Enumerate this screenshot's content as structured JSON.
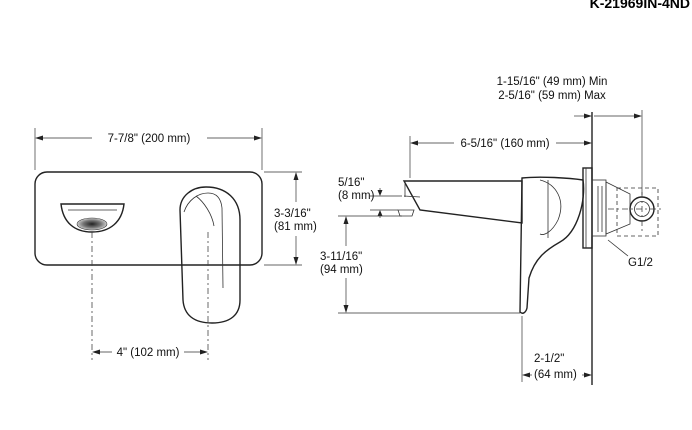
{
  "title": "K-21969IN-4ND",
  "front_view": {
    "width": "7-7/8\" (200 mm)",
    "height_line1": "3-3/16\"",
    "height_line2": "(81 mm)",
    "center_spacing": "4\" (102 mm)"
  },
  "side_view": {
    "wall_range_line1": "1-15/16\" (49 mm) Min",
    "wall_range_line2": "2-5/16\" (59 mm) Max",
    "spout_reach": "6-5/16\" (160 mm)",
    "spout_thickness_line1": "5/16\"",
    "spout_thickness_line2": "(8 mm)",
    "spout_height_line1": "3-11/16\"",
    "spout_height_line2": "(94 mm)",
    "handle_projection_line1": "2-1/2\"",
    "handle_projection_line2": "(64 mm)",
    "thread": "G1/2"
  }
}
